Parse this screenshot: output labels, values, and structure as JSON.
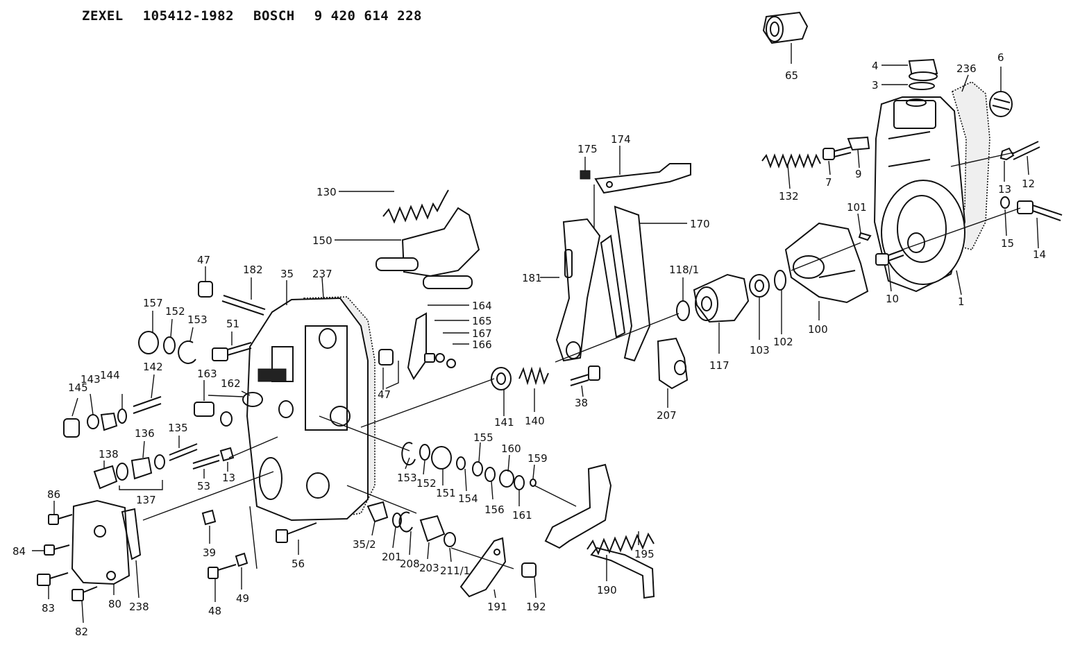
{
  "header": {
    "brand1": "ZEXEL",
    "number1": "105412-1982",
    "brand2": "BOSCH",
    "number2": "9 420 614 228"
  },
  "callouts": [
    {
      "id": "c65",
      "text": "65"
    },
    {
      "id": "c4",
      "text": "4"
    },
    {
      "id": "c3",
      "text": "3"
    },
    {
      "id": "c236",
      "text": "236"
    },
    {
      "id": "c6",
      "text": "6"
    },
    {
      "id": "c175",
      "text": "175"
    },
    {
      "id": "c174",
      "text": "174"
    },
    {
      "id": "c130",
      "text": "130"
    },
    {
      "id": "c150",
      "text": "150"
    },
    {
      "id": "c132",
      "text": "132"
    },
    {
      "id": "c7",
      "text": "7"
    },
    {
      "id": "c9",
      "text": "9"
    },
    {
      "id": "c12",
      "text": "12"
    },
    {
      "id": "c13a",
      "text": "13"
    },
    {
      "id": "c15",
      "text": "15"
    },
    {
      "id": "c14",
      "text": "14"
    },
    {
      "id": "c101",
      "text": "101"
    },
    {
      "id": "c170",
      "text": "170"
    },
    {
      "id": "c181",
      "text": "181"
    },
    {
      "id": "c118",
      "text": "118/1"
    },
    {
      "id": "c10",
      "text": "10"
    },
    {
      "id": "c1",
      "text": "1"
    },
    {
      "id": "c100",
      "text": "100"
    },
    {
      "id": "c102",
      "text": "102"
    },
    {
      "id": "c103",
      "text": "103"
    },
    {
      "id": "c117",
      "text": "117"
    },
    {
      "id": "c47a",
      "text": "47"
    },
    {
      "id": "c182",
      "text": "182"
    },
    {
      "id": "c35",
      "text": "35"
    },
    {
      "id": "c237",
      "text": "237"
    },
    {
      "id": "c164",
      "text": "164"
    },
    {
      "id": "c165",
      "text": "165"
    },
    {
      "id": "c167",
      "text": "167"
    },
    {
      "id": "c166",
      "text": "166"
    },
    {
      "id": "c157",
      "text": "157"
    },
    {
      "id": "c152a",
      "text": "152"
    },
    {
      "id": "c153a",
      "text": "153"
    },
    {
      "id": "c51",
      "text": "51"
    },
    {
      "id": "c145",
      "text": "145"
    },
    {
      "id": "c143",
      "text": "143"
    },
    {
      "id": "c144",
      "text": "144"
    },
    {
      "id": "c142",
      "text": "142"
    },
    {
      "id": "c163",
      "text": "163"
    },
    {
      "id": "c162",
      "text": "162"
    },
    {
      "id": "c47b",
      "text": "47"
    },
    {
      "id": "c38",
      "text": "38"
    },
    {
      "id": "c207",
      "text": "207"
    },
    {
      "id": "c141",
      "text": "141"
    },
    {
      "id": "c140",
      "text": "140"
    },
    {
      "id": "c138",
      "text": "138"
    },
    {
      "id": "c136",
      "text": "136"
    },
    {
      "id": "c135",
      "text": "135"
    },
    {
      "id": "c137",
      "text": "137"
    },
    {
      "id": "c53",
      "text": "53"
    },
    {
      "id": "c13b",
      "text": "13"
    },
    {
      "id": "c155",
      "text": "155"
    },
    {
      "id": "c160",
      "text": "160"
    },
    {
      "id": "c159",
      "text": "159"
    },
    {
      "id": "c153b",
      "text": "153"
    },
    {
      "id": "c152b",
      "text": "152"
    },
    {
      "id": "c151",
      "text": "151"
    },
    {
      "id": "c154",
      "text": "154"
    },
    {
      "id": "c156",
      "text": "156"
    },
    {
      "id": "c161",
      "text": "161"
    },
    {
      "id": "c86",
      "text": "86"
    },
    {
      "id": "c84",
      "text": "84"
    },
    {
      "id": "c83",
      "text": "83"
    },
    {
      "id": "c82",
      "text": "82"
    },
    {
      "id": "c80",
      "text": "80"
    },
    {
      "id": "c238",
      "text": "238"
    },
    {
      "id": "c39",
      "text": "39"
    },
    {
      "id": "c48",
      "text": "48"
    },
    {
      "id": "c49",
      "text": "49"
    },
    {
      "id": "c56",
      "text": "56"
    },
    {
      "id": "c35_2",
      "text": "35/2"
    },
    {
      "id": "c201",
      "text": "201"
    },
    {
      "id": "c208",
      "text": "208"
    },
    {
      "id": "c203",
      "text": "203"
    },
    {
      "id": "c211",
      "text": "211/1"
    },
    {
      "id": "c191",
      "text": "191"
    },
    {
      "id": "c192",
      "text": "192"
    },
    {
      "id": "c190",
      "text": "190"
    },
    {
      "id": "c195",
      "text": "195"
    }
  ]
}
